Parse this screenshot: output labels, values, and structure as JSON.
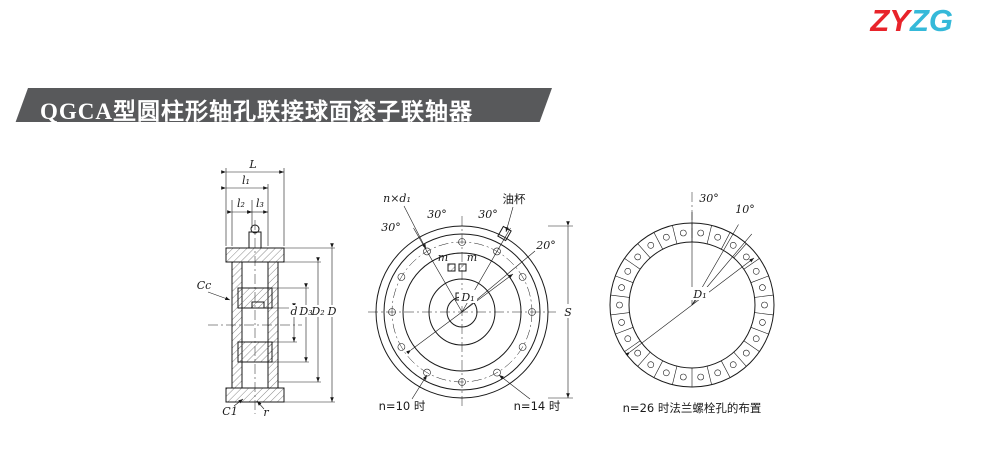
{
  "logo": {
    "zy": "ZY",
    "zg": "ZG",
    "zy_color": "#e8232a",
    "zg_color": "#35b9d9"
  },
  "banner": {
    "title": "QGCA型圆柱形轴孔联接球面滚子联轴器",
    "bg": "#58595b"
  },
  "side_view": {
    "L": "L",
    "l1": "l₁",
    "l2": "l₂",
    "l3": "l₃",
    "Cc": "Cc",
    "d": "d",
    "D3": "D₃",
    "D2": "D₂",
    "D": "D",
    "C1": "C1",
    "r": "r"
  },
  "front_view": {
    "n_d1": "n×d₁",
    "angle_30_left": "30°",
    "angle_30_top_left": "30°",
    "angle_30_top_right": "30°",
    "oil_cup": "油杯",
    "angle_20": "20°",
    "m_left": "m",
    "m_right": "m",
    "D1": "D₁",
    "S": "S",
    "caption_n10": "n=10 时",
    "caption_n14": "n=14 时"
  },
  "bolt_view": {
    "angle_30": "30°",
    "angle_10": "10°",
    "D1": "D₁",
    "caption": "n=26 时法兰螺栓孔的布置"
  }
}
